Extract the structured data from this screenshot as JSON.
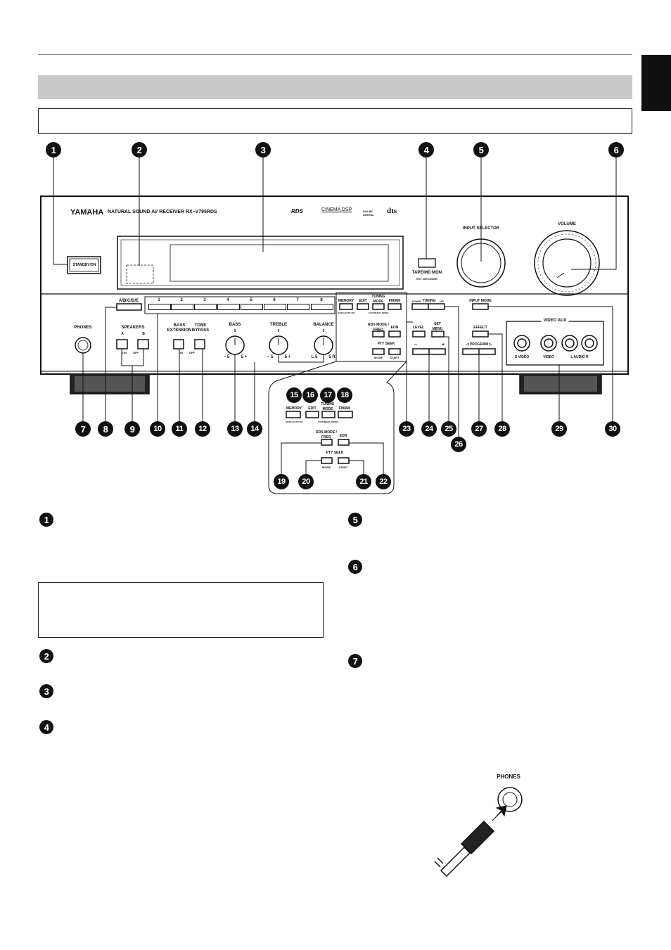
{
  "header": {
    "section_title": "",
    "subtitle": ""
  },
  "callouts": {
    "top": [
      "1",
      "2",
      "3",
      "4",
      "5",
      "6"
    ],
    "bottom": [
      "7",
      "8",
      "9",
      "10",
      "11",
      "12",
      "13",
      "14",
      "23",
      "24",
      "25",
      "26",
      "27",
      "28",
      "29",
      "30"
    ],
    "inset_top": [
      "15",
      "16",
      "17",
      "18"
    ],
    "inset_bottom": [
      "19",
      "20",
      "21",
      "22"
    ],
    "descriptions": [
      "1",
      "2",
      "3",
      "4",
      "5",
      "6",
      "7"
    ]
  },
  "panel": {
    "brand": "YAMAHA",
    "model_line": "NATURAL SOUND   AV RECEIVER  RX–V795RDS",
    "logo_rds": "RDS",
    "logo_cinema": "CINEMA DSP",
    "logo_dolby": "DOLBY DIGITAL",
    "logo_dts": "dts",
    "standby_label": "STANDBY/ON",
    "tape_label": "TAPE/MD MON",
    "ext_decoder_label": "EXT. DECODER",
    "input_selector_label": "INPUT SELECTOR",
    "volume_label": "VOLUME",
    "phones_label": "PHONES",
    "speakers_label": "SPEAKERS",
    "speaker_a": "A",
    "speaker_b": "B",
    "on_label": "ON",
    "off_label": "OFF",
    "abcde_label": "A/B/C/D/E",
    "presets": [
      "1",
      "2",
      "3",
      "4",
      "5",
      "6",
      "7",
      "8"
    ],
    "bass_ext_label": "BASS EXTENSION",
    "tone_bypass_label": "TONE BYPASS",
    "bass_label": "BASS",
    "treble_label": "TREBLE",
    "balance_label": "BALANCE",
    "knob_minus": "– 5",
    "knob_plus": "5 +",
    "bal_left": "L 5",
    "bal_right": "5 R",
    "knob_zero": "0",
    "memory_label": "MEMORY",
    "man_auto_fm": "MAN'L/AUTO FM",
    "edit_label": "EDIT",
    "tuning_mode_label": "TUNING MODE",
    "auto_man_mono": "AUTO/MAN'L MONO",
    "fm_am_label": "FM/AM",
    "rds_mode_label": "RDS MODE / FREQ",
    "eon_label": "EON",
    "pty_seek_label": "PTY SEEK",
    "mode_label": "MODE",
    "start_label": "START",
    "down_label": "DOWN",
    "tuning_label": "TUNING",
    "up_label": "UP",
    "level_label": "LEVEL",
    "set_menu_label": "SET MENU",
    "minus_label": "–",
    "plus_label": "+",
    "input_mode_label": "INPUT MODE",
    "effect_label": "EFFECT",
    "program_label": "◁  PROGRAM  ▷",
    "video_aux_label": "VIDEO AUX",
    "s_video_label": "S VIDEO",
    "video_label": "VIDEO",
    "audio_l_r_label": "L  AUDIO  R"
  },
  "phones_figure": {
    "label": "PHONES"
  }
}
